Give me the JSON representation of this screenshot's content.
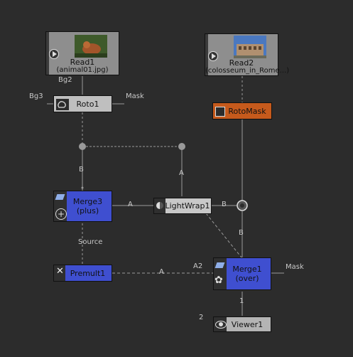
{
  "nodes": {
    "read1": {
      "title": "Read1",
      "subtitle": "(animal01.jpg)"
    },
    "read2": {
      "title": "Read2",
      "subtitle": "(colosseum_in_Rome...)"
    },
    "roto1": {
      "label": "Roto1"
    },
    "rotomask": {
      "label": "RotoMask"
    },
    "merge3": {
      "label": "Merge3",
      "sublabel": "(plus)"
    },
    "lightwrap1": {
      "label": "LightWrap1"
    },
    "premult1": {
      "label": "Premult1"
    },
    "merge1": {
      "label": "Merge1",
      "sublabel": "(over)"
    },
    "viewer1": {
      "label": "Viewer1"
    }
  },
  "inputs": {
    "bg2": "Bg2",
    "bg3": "Bg3",
    "roto_mask": "Mask",
    "merge3_b": "B",
    "merge3_a": "A",
    "lightwrap_a": "A",
    "lightwrap_b": "B",
    "premult_source": "Source",
    "merge1_b": "B",
    "merge1_a": "A",
    "merge1_a2": "A2",
    "merge1_mask": "Mask",
    "viewer_in1": "1",
    "viewer_in2": "2"
  },
  "colors": {
    "background": "#2c2c2c",
    "read": "#8e8e8e",
    "roto": "#bfbfbf",
    "rotomask": "#c65a1c",
    "merge": "#3f4fd0",
    "lightwrap": "#c8c8c8",
    "premult": "#3f4fd0",
    "viewer": "#b4b4b4",
    "wire": "#9a9a9a"
  }
}
